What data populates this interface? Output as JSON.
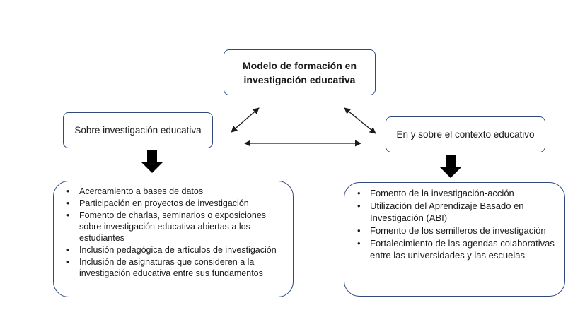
{
  "diagram": {
    "top": "Modelo de formación en investigación educativa",
    "left": "Sobre investigación educativa",
    "right": "En y sobre el contexto educativo",
    "left_items": [
      "Acercamiento a bases de datos",
      "Participación  en proyectos de investigación",
      "Fomento de charlas, seminarios o exposiciones sobre investigación educativa abiertas a los estudiantes",
      "Inclusión pedagógica de artículos de investigación",
      "Inclusión de asignaturas que consideren a la investigación educativa entre sus fundamentos"
    ],
    "right_items": [
      "Fomento de la investigación-acción",
      "Utilización del Aprendizaje Basado en Investigación (ABI)",
      "Fomento de los semilleros de investigación",
      "Fortalecimiento de las agendas colaborativas entre las universidades y las escuelas"
    ],
    "colors": {
      "border": "#2f4a7a",
      "arrow": "#1a1a1a",
      "block_arrow": "#000000"
    }
  }
}
